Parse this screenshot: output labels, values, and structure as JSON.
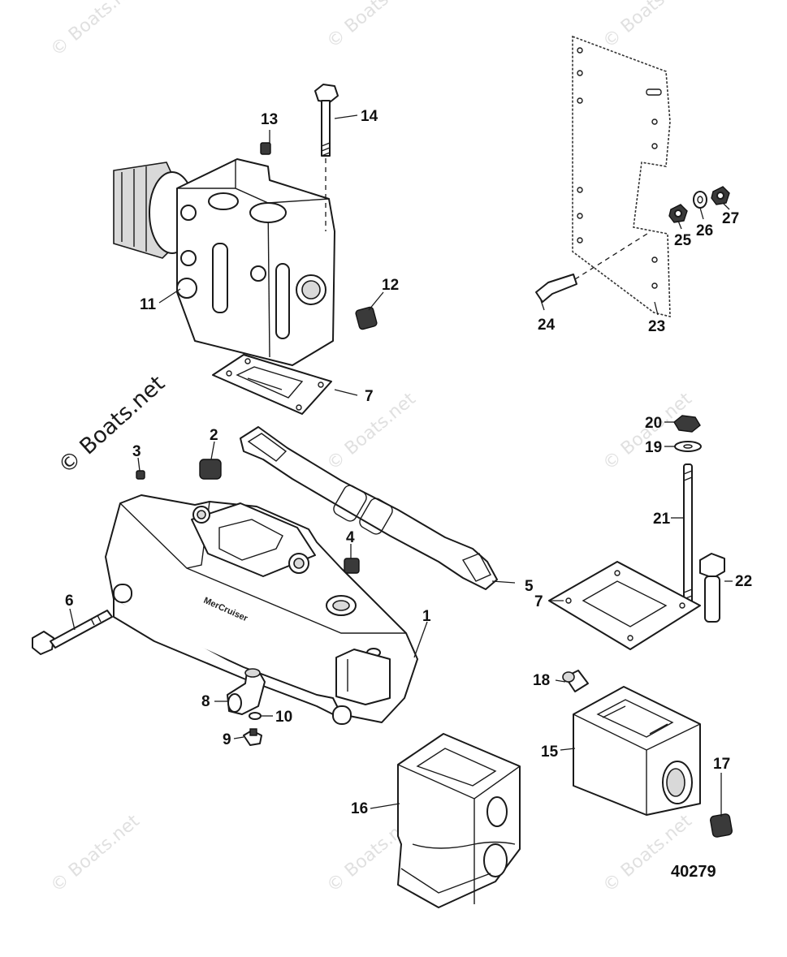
{
  "diagram": {
    "figure_number": "40279",
    "watermark_text": "© Boats.net",
    "brand_mark": "MerCruiser",
    "callouts": [
      {
        "id": "c1",
        "label": "1"
      },
      {
        "id": "c2",
        "label": "2"
      },
      {
        "id": "c3",
        "label": "3"
      },
      {
        "id": "c4",
        "label": "4"
      },
      {
        "id": "c5",
        "label": "5"
      },
      {
        "id": "c6",
        "label": "6"
      },
      {
        "id": "c7a",
        "label": "7"
      },
      {
        "id": "c7b",
        "label": "7"
      },
      {
        "id": "c8",
        "label": "8"
      },
      {
        "id": "c9",
        "label": "9"
      },
      {
        "id": "c10",
        "label": "10"
      },
      {
        "id": "c11",
        "label": "11"
      },
      {
        "id": "c12",
        "label": "12"
      },
      {
        "id": "c13",
        "label": "13"
      },
      {
        "id": "c14",
        "label": "14"
      },
      {
        "id": "c15",
        "label": "15"
      },
      {
        "id": "c16",
        "label": "16"
      },
      {
        "id": "c17",
        "label": "17"
      },
      {
        "id": "c18",
        "label": "18"
      },
      {
        "id": "c19",
        "label": "19"
      },
      {
        "id": "c20",
        "label": "20"
      },
      {
        "id": "c21",
        "label": "21"
      },
      {
        "id": "c22",
        "label": "22"
      },
      {
        "id": "c23",
        "label": "23"
      },
      {
        "id": "c24",
        "label": "24"
      },
      {
        "id": "c25",
        "label": "25"
      },
      {
        "id": "c26",
        "label": "26"
      },
      {
        "id": "c27",
        "label": "27"
      }
    ]
  }
}
